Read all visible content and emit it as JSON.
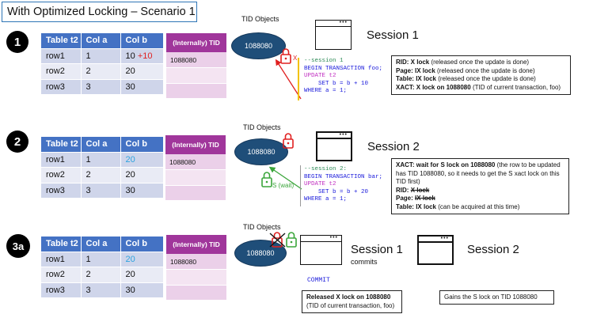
{
  "title": "With Optimized Locking – Scenario 1",
  "table": {
    "headers": [
      "Table t2",
      "Col a",
      "Col b"
    ],
    "rows": [
      [
        "row1",
        "1"
      ],
      [
        "row2",
        "2",
        "20"
      ],
      [
        "row3",
        "3",
        "30"
      ]
    ]
  },
  "tid_table": {
    "header": "(Internally) TID"
  },
  "tid_objects_label": "TID Objects",
  "tid_value": "1088080",
  "scenario1": {
    "step": "1",
    "row1_colb_base": "10",
    "row1_colb_plus": "+10",
    "session_label": "Session 1",
    "x_label": "X",
    "code": [
      "--session 1",
      "BEGIN TRANSACTION foo;",
      "UPDATE t2",
      "    SET b = b + 10",
      "WHERE a = 1;"
    ],
    "locks": [
      {
        "bold": "RID: X lock",
        "rest": " (released once the update is done)"
      },
      {
        "bold": "Page: IX lock",
        "rest": " (released once the update is done)"
      },
      {
        "bold": "Table: IX lock",
        "rest": " (released once the update is done)"
      },
      {
        "bold": "XACT: X lock on 1088080",
        "rest": " (TID of current transaction, foo)"
      }
    ]
  },
  "scenario2": {
    "step": "2",
    "row1_colb": "20",
    "session_label": "Session 2",
    "s_wait_label": "S (wait)",
    "code": [
      "--session 2:",
      "BEGIN TRANSACTION bar;",
      "UPDATE t2",
      "    SET b = b + 20",
      "WHERE a = 1;"
    ],
    "lock_xact_bold": "XACT: wait for S lock on 1088080",
    "lock_xact_rest": " (the row to be updated has TID 1088080, so it needs to get the S xact lock on this TID first)",
    "lock_rid_bold": "RID:",
    "lock_rid_struck": "X lock",
    "lock_page_bold": "Page:",
    "lock_page_struck": "IX lock",
    "lock_table_bold": "Table: IX lock",
    "lock_table_rest": " (can be acquired at this time)"
  },
  "scenario3a": {
    "step": "3a",
    "row1_colb": "20",
    "session1_label": "Session 1",
    "commits_label": "commits",
    "session2_label": "Session 2",
    "commit_code": "COMMIT",
    "released_bold": "Released X lock on 1088080",
    "released_rest": " (TID of current transaction, foo)",
    "gains_text": "Gains the S lock on TID 1088080"
  },
  "colors": {
    "table_header": "#4472c4",
    "tid_header": "#a0369b",
    "ellipse": "#1f4e79",
    "lock_red": "#e02020",
    "lock_green": "#3aa53a",
    "accent_blue": "#2ea3df"
  }
}
